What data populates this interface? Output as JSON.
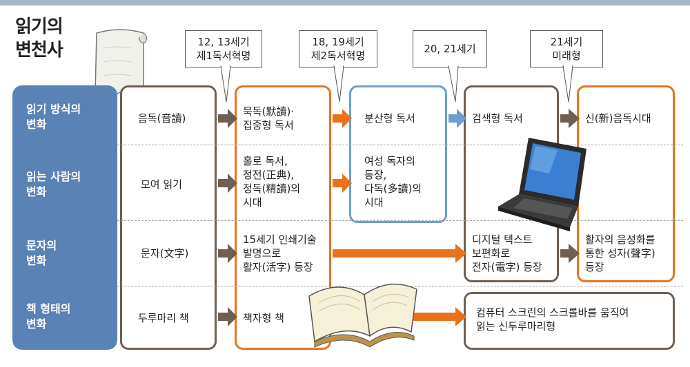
{
  "title": {
    "line1": "읽기의",
    "line2": "변천사"
  },
  "callouts": [
    {
      "line1": "12, 13세기",
      "line2": "제1독서혁명"
    },
    {
      "line1": "18, 19세기",
      "line2": "제2독서혁명"
    },
    {
      "line1": "20, 21세기",
      "line2": ""
    },
    {
      "line1": "21세기",
      "line2": "미래형"
    }
  ],
  "rows": [
    {
      "label_line1": "읽기 방식의",
      "label_line2": "변화"
    },
    {
      "label_line1": "읽는 사람의",
      "label_line2": "변화"
    },
    {
      "label_line1": "문자의",
      "label_line2": "변화"
    },
    {
      "label_line1": "책 형태의",
      "label_line2": "변화"
    }
  ],
  "cells": {
    "c1": [
      "음독(音讀)",
      "모여 읽기",
      "문자(文字)",
      "두루마리 책"
    ],
    "c2": [
      "묵독(默讀)·\n집중형 독서",
      "홀로 독서,\n정전(正典),\n정독(精讀)의\n시대",
      "15세기 인쇄기술\n발명으로\n활자(活字) 등장",
      "책자형 책"
    ],
    "c3": [
      "분산형 독서",
      "여성 독자의\n등장,\n다독(多讀)의\n시대"
    ],
    "c4": [
      "검색형 독서",
      "디지털 텍스트\n보편화로\n전자(電字) 등장"
    ],
    "c5": [
      "신(新)음독시대",
      "활자의 음성화를\n통한 성자(聲字)\n등장"
    ],
    "bottom_box": "컴퓨터 스크린의 스크롤바를 움직여\n읽는 신두루마리형"
  },
  "colors": {
    "orange": "#e8731c",
    "blue": "#6a9fd0",
    "brown": "#6e5f52",
    "rowhead": "#5a83b5"
  }
}
